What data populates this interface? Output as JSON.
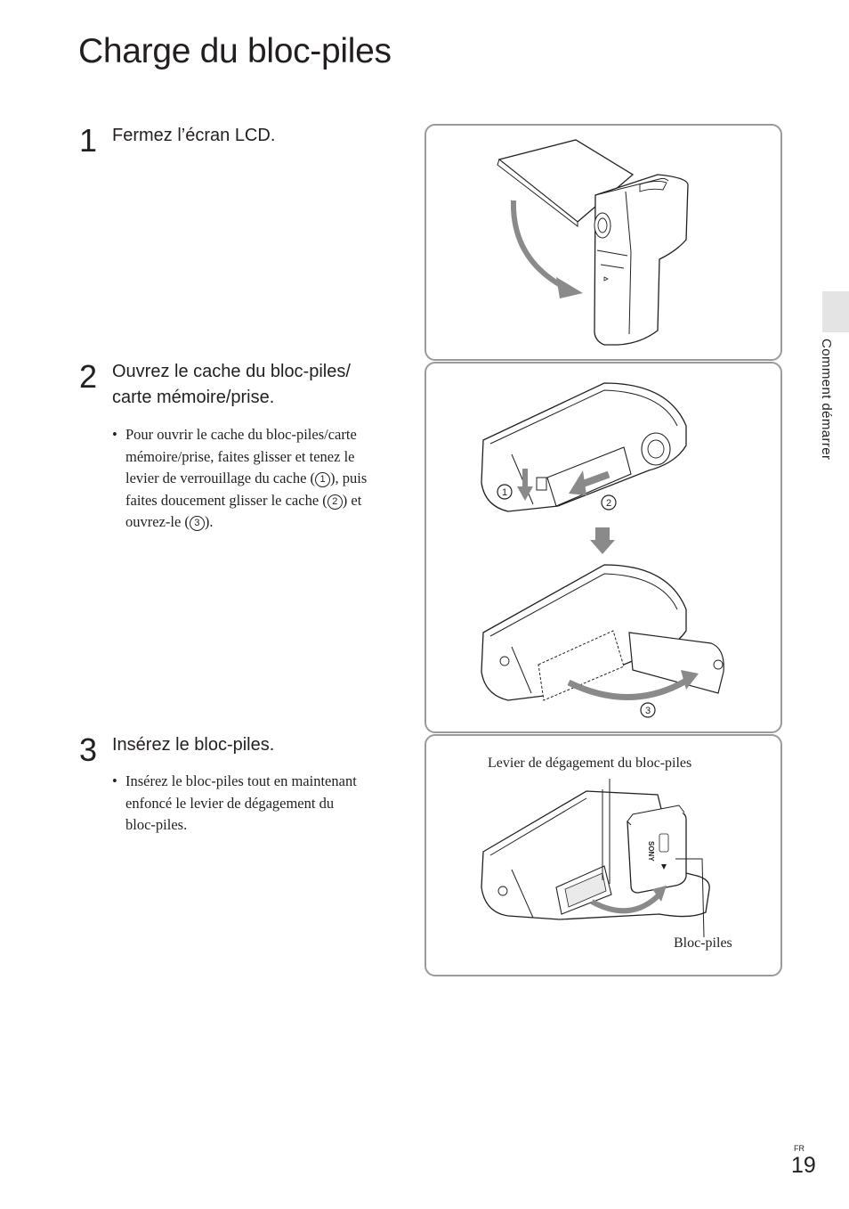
{
  "title": "Charge du bloc-piles",
  "steps": [
    {
      "number": "1",
      "heading": "Fermez l’écran LCD."
    },
    {
      "number": "2",
      "heading_line1": "Ouvrez le cache du bloc-piles/",
      "heading_line2": "carte mémoire/prise.",
      "bullet": {
        "line1": "Pour ouvrir le cache du bloc-piles/carte",
        "line2": "mémoire/prise, faites glisser et tenez le",
        "line3_a": "levier de verrouillage du cache (",
        "line3_b": "), puis",
        "line4_a": "faites doucement glisser le cache (",
        "line4_b": ") et",
        "line5_a": "ouvrez-le (",
        "line5_b": ")."
      }
    },
    {
      "number": "3",
      "heading": "Insérez le bloc-piles.",
      "bullet": {
        "line1": "Insérez le bloc-piles tout en maintenant",
        "line2": "enfoncé le levier de dégagement du",
        "line3": "bloc-piles."
      }
    }
  ],
  "markers": {
    "one": "1",
    "two": "2",
    "three": "3"
  },
  "bullet_char": "•",
  "figure3": {
    "release_lever_label": "Levier de dégagement du bloc-piles",
    "battery_label": "Bloc-piles",
    "battery_brand": "SONY"
  },
  "side_tab_label": "Comment démarrer",
  "language_code": "FR",
  "page_number": "19",
  "colors": {
    "panel_border": "#9a9a9a",
    "arrow_gray": "#8a8a8a",
    "side_tab": "#e4e4e4",
    "text": "#231f20"
  }
}
